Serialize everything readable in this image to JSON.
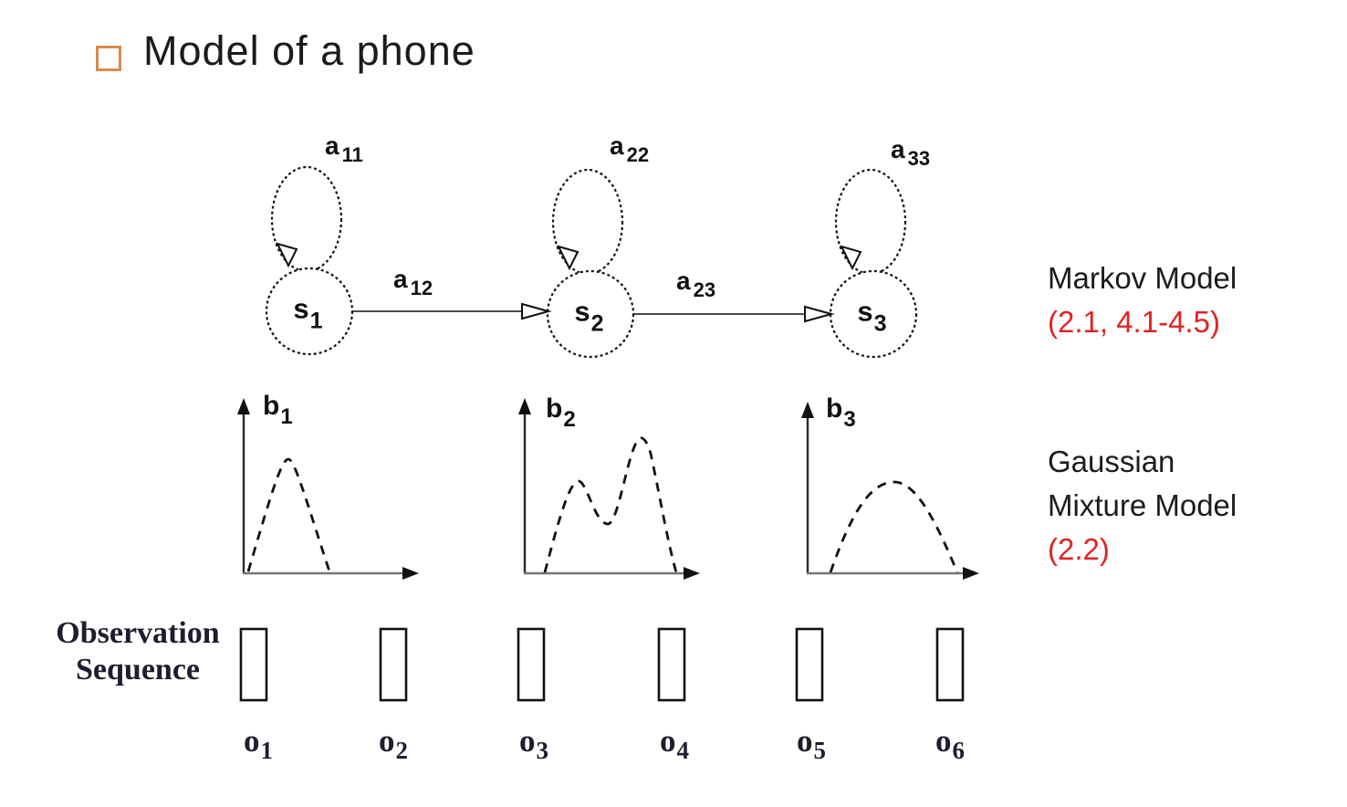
{
  "slide": {
    "title": "Model of a phone"
  },
  "colors": {
    "bullet_orange": "#d98a4f",
    "ref_red": "#e02424",
    "diagram_ink": "#111111",
    "serif_ink": "#1e1e30",
    "axis_gray": "#767676"
  },
  "markov": {
    "states": [
      {
        "main": "s",
        "sub": "1"
      },
      {
        "main": "s",
        "sub": "2"
      },
      {
        "main": "s",
        "sub": "3"
      }
    ],
    "self_loop_labels": [
      {
        "main": "a",
        "sub": "11"
      },
      {
        "main": "a",
        "sub": "22"
      },
      {
        "main": "a",
        "sub": "33"
      }
    ],
    "transition_labels": [
      {
        "main": "a",
        "sub": "12"
      },
      {
        "main": "a",
        "sub": "23"
      }
    ]
  },
  "emissions": {
    "labels": [
      {
        "main": "b",
        "sub": "1"
      },
      {
        "main": "b",
        "sub": "2"
      },
      {
        "main": "b",
        "sub": "3"
      }
    ]
  },
  "side_notes": {
    "markov": {
      "title": "Markov Model",
      "ref": "(2.1, 4.1-4.5)"
    },
    "gmm": {
      "line1": "Gaussian",
      "line2": "Mixture Model",
      "ref": "(2.2)"
    }
  },
  "observation": {
    "label_line1": "Observation",
    "label_line2": "Sequence",
    "symbols": [
      {
        "main": "o",
        "sub": "1"
      },
      {
        "main": "o",
        "sub": "2"
      },
      {
        "main": "o",
        "sub": "3"
      },
      {
        "main": "o",
        "sub": "4"
      },
      {
        "main": "o",
        "sub": "5"
      },
      {
        "main": "o",
        "sub": "6"
      }
    ]
  }
}
